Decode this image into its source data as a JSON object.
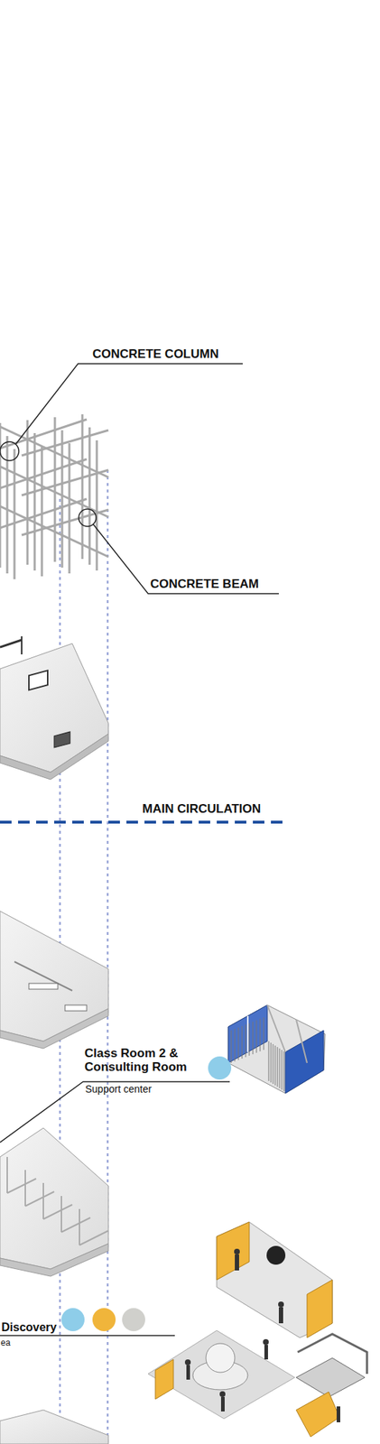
{
  "diagram": {
    "labels": [
      "CONCRETE COLUMN",
      "CONCRETE BEAM",
      "MAIN CIRCULATION",
      "Class Room 2 & Consulting Room",
      "Support center",
      "Discovery",
      "ea"
    ]
  }
}
